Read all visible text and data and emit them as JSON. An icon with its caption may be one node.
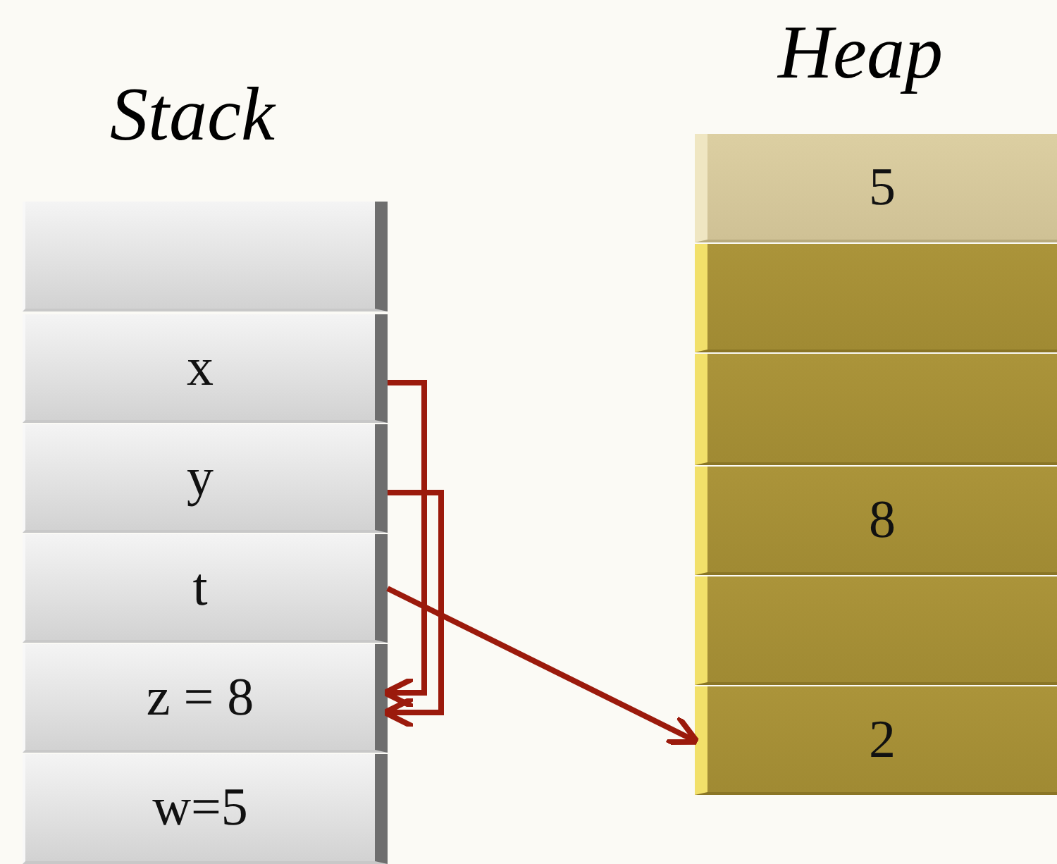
{
  "diagram": {
    "nodes": [
      {
        "text": [],
        "shape": "box"
      },
      {
        "text": [
          "x"
        ]
      },
      {
        "text": [
          "y"
        ]
      },
      {
        "text": [
          "t"
        ]
      },
      {
        "text": [
          "z = 8"
        ]
      },
      {
        "text": [
          "w=5"
        ]
      },
      {
        "text": [
          "5"
        ]
      },
      {
        "text": [],
        "shape": "box"
      },
      {
        "text": [],
        "shape": "box"
      },
      {
        "text": [
          "8"
        ]
      },
      {
        "text": [],
        "shape": "box"
      },
      {
        "text": [
          "2"
        ]
      }
    ],
    "edges": [
      {
        "from": 1,
        "to": 4,
        "arrow": "to"
      },
      {
        "from": 2,
        "to": 4,
        "arrow": "to"
      },
      {
        "from": 3,
        "to": 11,
        "arrow": "to"
      }
    ],
    "labels": [
      "Heap",
      "Stack"
    ]
  }
}
